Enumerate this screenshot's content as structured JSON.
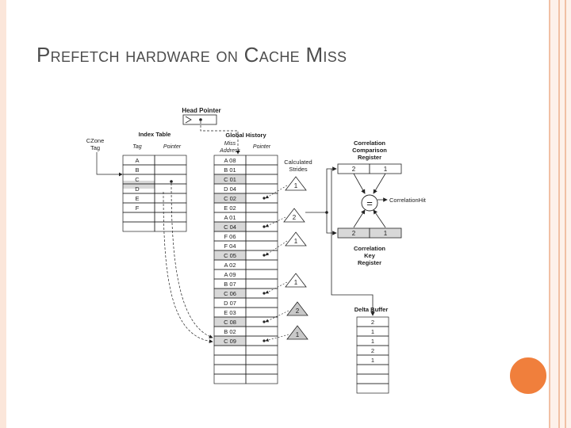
{
  "slide": {
    "title": "Prefetch hardware on Cache Miss",
    "accent_color": "#f07f3c"
  },
  "diagram": {
    "head_pointer_label": "Head Pointer",
    "czone_tag_label": [
      "CZone",
      "Tag"
    ],
    "index_table": {
      "title": "Index Table",
      "col_tag": "Tag",
      "col_pointer": "Pointer",
      "rows": [
        "A",
        "B",
        "C",
        "D",
        "E",
        "F"
      ]
    },
    "global_history": {
      "title": "Global History",
      "col_addr": [
        "Miss",
        "Address"
      ],
      "col_pointer": "Pointer",
      "rows": [
        "A 08",
        "B 01",
        "C 01",
        "D 04",
        "C 02",
        "E 02",
        "A 01",
        "C 04",
        "F 06",
        "F 04",
        "C 05",
        "A 02",
        "A 09",
        "B 07",
        "C 06",
        "D 07",
        "E 03",
        "C 08",
        "B 02",
        "C 09"
      ]
    },
    "calculated_strides_label": [
      "Calculated",
      "Strides"
    ],
    "triangles": [
      "1",
      "2",
      "1",
      "1",
      "2",
      "1"
    ],
    "correlation_comparison": {
      "label": [
        "Correlation",
        "Comparison",
        "Register"
      ],
      "values": [
        "2",
        "1"
      ]
    },
    "correlation_key": {
      "label": [
        "Correlation",
        "Key",
        "Register"
      ],
      "values": [
        "2",
        "1"
      ]
    },
    "comparator_symbol": "=",
    "correlation_hit_label": "CorrelationHit",
    "delta_buffer": {
      "title": "Delta Buffer",
      "values": [
        "2",
        "1",
        "1",
        "2",
        "1"
      ]
    }
  }
}
